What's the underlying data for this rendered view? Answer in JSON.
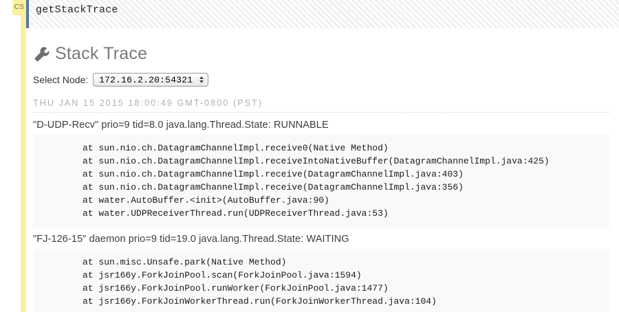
{
  "window": {
    "badge_label": "CS",
    "header_title": "getStackTrace"
  },
  "page": {
    "title": "Stack Trace",
    "wrench_icon": "wrench-icon"
  },
  "select_node": {
    "label": "Select Node:",
    "value": "172.16.2.20:54321",
    "options": [
      "172.16.2.20:54321"
    ]
  },
  "timestamp": "THU JAN 15 2015 18:00:49 GMT-0800 (PST)",
  "threads": [
    {
      "header": "\"D-UDP-Recv\" prio=9 tid=8.0 java.lang.Thread.State: RUNNABLE",
      "frames": [
        "at sun.nio.ch.DatagramChannelImpl.receive0(Native Method)",
        "at sun.nio.ch.DatagramChannelImpl.receiveIntoNativeBuffer(DatagramChannelImpl.java:425)",
        "at sun.nio.ch.DatagramChannelImpl.receive(DatagramChannelImpl.java:403)",
        "at sun.nio.ch.DatagramChannelImpl.receive(DatagramChannelImpl.java:356)",
        "at water.AutoBuffer.<init>(AutoBuffer.java:90)",
        "at water.UDPReceiverThread.run(UDPReceiverThread.java:53)"
      ]
    },
    {
      "header": "\"FJ-126-15\" daemon prio=9 tid=19.0 java.lang.Thread.State: WAITING",
      "frames": [
        "at sun.misc.Unsafe.park(Native Method)",
        "at jsr166y.ForkJoinPool.scan(ForkJoinPool.java:1594)",
        "at jsr166y.ForkJoinPool.runWorker(ForkJoinPool.java:1477)",
        "at jsr166y.ForkJoinWorkerThread.run(ForkJoinWorkerThread.java:104)"
      ]
    }
  ],
  "colors": {
    "rail_yellow": "#fbf09e",
    "header_accent": "#5578a8",
    "code_bg": "#f9f9f9",
    "title_gray": "#7a7a7a"
  }
}
